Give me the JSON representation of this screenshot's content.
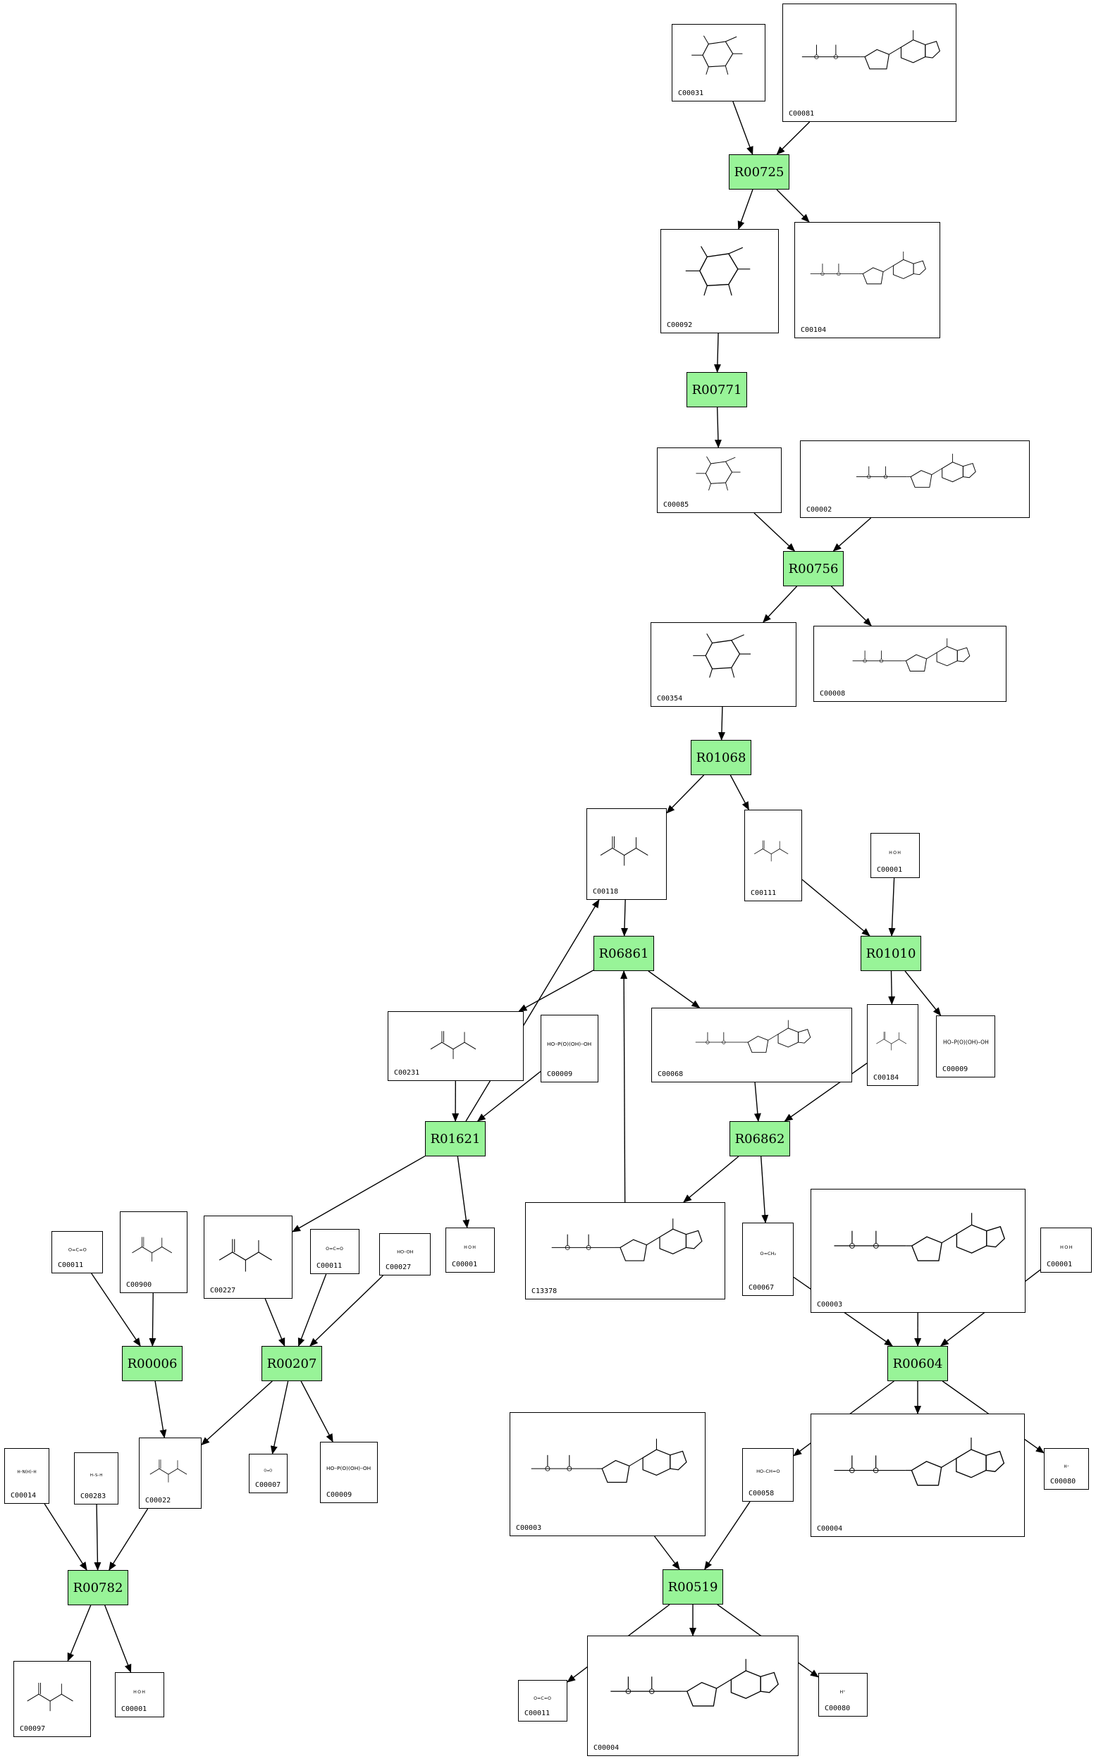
{
  "reactions": [
    {
      "id": "R00725",
      "label": "R00725"
    },
    {
      "id": "R00771",
      "label": "R00771"
    },
    {
      "id": "R00756",
      "label": "R00756"
    },
    {
      "id": "R01068",
      "label": "R01068"
    },
    {
      "id": "R06861",
      "label": "R06861"
    },
    {
      "id": "R01010",
      "label": "R01010"
    },
    {
      "id": "R01621",
      "label": "R01621"
    },
    {
      "id": "R06862",
      "label": "R06862"
    },
    {
      "id": "R00006",
      "label": "R00006"
    },
    {
      "id": "R00207",
      "label": "R00207"
    },
    {
      "id": "R00604",
      "label": "R00604"
    },
    {
      "id": "R00782",
      "label": "R00782"
    },
    {
      "id": "R00519",
      "label": "R00519"
    }
  ],
  "compounds": [
    {
      "key": "c00031_a",
      "label": "C00031",
      "kind": "ring"
    },
    {
      "key": "c00081_a",
      "label": "C00081",
      "kind": "nucleotide"
    },
    {
      "key": "c00092_a",
      "label": "C00092",
      "kind": "ring"
    },
    {
      "key": "c00104_a",
      "label": "C00104",
      "kind": "nucleotide"
    },
    {
      "key": "c00085_a",
      "label": "C00085",
      "kind": "ring"
    },
    {
      "key": "c00002_a",
      "label": "C00002",
      "kind": "nucleotide"
    },
    {
      "key": "c00354_a",
      "label": "C00354",
      "kind": "ring"
    },
    {
      "key": "c00008_a",
      "label": "C00008",
      "kind": "nucleotide"
    },
    {
      "key": "c00118_a",
      "label": "C00118",
      "kind": "chain"
    },
    {
      "key": "c00111_a",
      "label": "C00111",
      "kind": "chain"
    },
    {
      "key": "c00001_a",
      "label": "C00001",
      "kind": "small",
      "formula": "H O H"
    },
    {
      "key": "c00231_a",
      "label": "C00231",
      "kind": "chain"
    },
    {
      "key": "c00009_a",
      "label": "C00009",
      "kind": "small",
      "formula": "HO–P(O)(OH)–OH"
    },
    {
      "key": "c00068_a",
      "label": "C00068",
      "kind": "nucleotide"
    },
    {
      "key": "c00184_a",
      "label": "C00184",
      "kind": "chain"
    },
    {
      "key": "c00009_b",
      "label": "C00009",
      "kind": "small",
      "formula": "HO–P(O)(OH)–OH"
    },
    {
      "key": "c00011_a",
      "label": "C00011",
      "kind": "small",
      "formula": "O=C=O"
    },
    {
      "key": "c00900_a",
      "label": "C00900",
      "kind": "chain"
    },
    {
      "key": "c00227_a",
      "label": "C00227",
      "kind": "chain"
    },
    {
      "key": "c00011_b",
      "label": "C00011",
      "kind": "small",
      "formula": "O=C=O"
    },
    {
      "key": "c00027_a",
      "label": "C00027",
      "kind": "small",
      "formula": "HO–OH"
    },
    {
      "key": "c00001_b",
      "label": "C00001",
      "kind": "small",
      "formula": "H O H"
    },
    {
      "key": "c13378_a",
      "label": "C13378",
      "kind": "nucleotide"
    },
    {
      "key": "c00067_a",
      "label": "C00067",
      "kind": "small",
      "formula": "O=CH₂"
    },
    {
      "key": "c00003_a",
      "label": "C00003",
      "kind": "nucleotide"
    },
    {
      "key": "c00001_c",
      "label": "C00001",
      "kind": "small",
      "formula": "H O H"
    },
    {
      "key": "c00022_a",
      "label": "C00022",
      "kind": "chain"
    },
    {
      "key": "c00007_a",
      "label": "C00007",
      "kind": "small",
      "formula": "O=O"
    },
    {
      "key": "c00009_c",
      "label": "C00009",
      "kind": "small",
      "formula": "HO–P(O)(OH)–OH"
    },
    {
      "key": "c00014_a",
      "label": "C00014",
      "kind": "small",
      "formula": "H–N(H)–H"
    },
    {
      "key": "c00283_a",
      "label": "C00283",
      "kind": "small",
      "formula": "H–S–H"
    },
    {
      "key": "c00003_b",
      "label": "C00003",
      "kind": "nucleotide"
    },
    {
      "key": "c00058_a",
      "label": "C00058",
      "kind": "small",
      "formula": "HO–CH=O"
    },
    {
      "key": "c00004_a",
      "label": "C00004",
      "kind": "nucleotide"
    },
    {
      "key": "c00080_a",
      "label": "C00080",
      "kind": "small",
      "formula": "H⁺"
    },
    {
      "key": "c00097_a",
      "label": "C00097",
      "kind": "chain"
    },
    {
      "key": "c00001_d",
      "label": "C00001",
      "kind": "small",
      "formula": "H O H"
    },
    {
      "key": "c00011_c",
      "label": "C00011",
      "kind": "small",
      "formula": "O=C=O"
    },
    {
      "key": "c00004_b",
      "label": "C00004",
      "kind": "nucleotide"
    },
    {
      "key": "c00080_b",
      "label": "C00080",
      "kind": "small",
      "formula": "H⁺"
    }
  ],
  "edges": [
    [
      "c00031_a",
      "R00725"
    ],
    [
      "c00081_a",
      "R00725"
    ],
    [
      "R00725",
      "c00092_a"
    ],
    [
      "R00725",
      "c00104_a"
    ],
    [
      "c00092_a",
      "R00771"
    ],
    [
      "R00771",
      "c00085_a"
    ],
    [
      "c00085_a",
      "R00756"
    ],
    [
      "c00002_a",
      "R00756"
    ],
    [
      "R00756",
      "c00354_a"
    ],
    [
      "R00756",
      "c00008_a"
    ],
    [
      "c00354_a",
      "R01068"
    ],
    [
      "R01068",
      "c00118_a"
    ],
    [
      "R01068",
      "c00111_a"
    ],
    [
      "c00118_a",
      "R06861"
    ],
    [
      "c13378_a",
      "R06861"
    ],
    [
      "R06861",
      "c00231_a"
    ],
    [
      "R06861",
      "c00068_a"
    ],
    [
      "c00111_a",
      "R01010"
    ],
    [
      "c00001_a",
      "R01010"
    ],
    [
      "R01010",
      "c00184_a"
    ],
    [
      "R01010",
      "c00009_b"
    ],
    [
      "c00231_a",
      "R01621"
    ],
    [
      "c00009_a",
      "R01621"
    ],
    [
      "R01621",
      "c00118_a"
    ],
    [
      "R01621",
      "c00227_a"
    ],
    [
      "R01621",
      "c00001_b"
    ],
    [
      "c00068_a",
      "R06862"
    ],
    [
      "c00184_a",
      "R06862"
    ],
    [
      "R06862",
      "c13378_a"
    ],
    [
      "R06862",
      "c00067_a"
    ],
    [
      "c00011_a",
      "R00006"
    ],
    [
      "c00900_a",
      "R00006"
    ],
    [
      "R00006",
      "c00022_a"
    ],
    [
      "c00227_a",
      "R00207"
    ],
    [
      "c00011_b",
      "R00207"
    ],
    [
      "c00027_a",
      "R00207"
    ],
    [
      "R00207",
      "c00022_a"
    ],
    [
      "R00207",
      "c00007_a"
    ],
    [
      "R00207",
      "c00009_c"
    ],
    [
      "c00067_a",
      "R00604"
    ],
    [
      "c00003_a",
      "R00604"
    ],
    [
      "c00001_c",
      "R00604"
    ],
    [
      "R00604",
      "c00058_a"
    ],
    [
      "R00604",
      "c00004_a"
    ],
    [
      "R00604",
      "c00080_a"
    ],
    [
      "c00014_a",
      "R00782"
    ],
    [
      "c00283_a",
      "R00782"
    ],
    [
      "c00022_a",
      "R00782"
    ],
    [
      "R00782",
      "c00097_a"
    ],
    [
      "R00782",
      "c00001_d"
    ],
    [
      "c00003_b",
      "R00519"
    ],
    [
      "c00058_a",
      "R00519"
    ],
    [
      "R00519",
      "c00011_c"
    ],
    [
      "R00519",
      "c00004_b"
    ],
    [
      "R00519",
      "c00080_b"
    ]
  ],
  "colors": {
    "reaction_fill": "#98f498",
    "line": "#000000",
    "background": "#ffffff"
  }
}
